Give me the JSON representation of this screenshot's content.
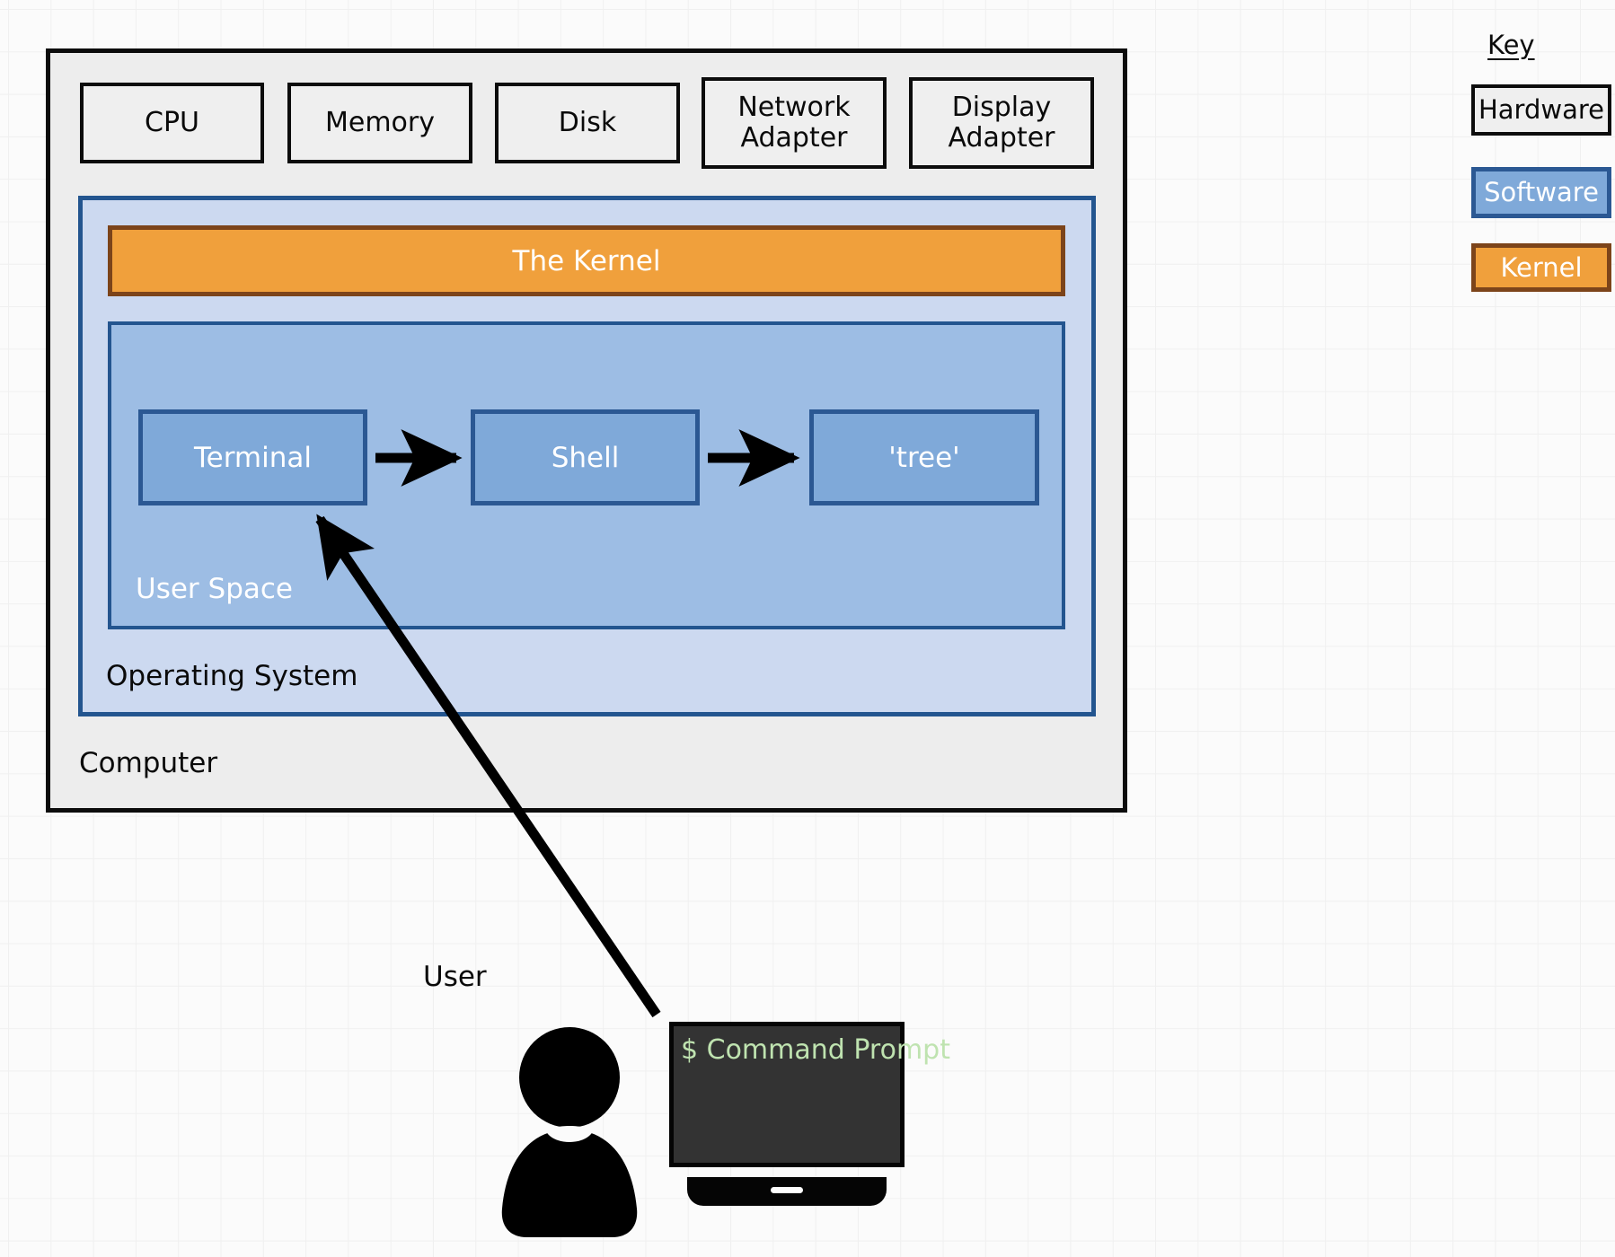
{
  "computer": {
    "label": "Computer",
    "hardware": [
      {
        "label": "CPU"
      },
      {
        "label": "Memory"
      },
      {
        "label": "Disk"
      },
      {
        "label": "Network\nAdapter",
        "line1": "Network",
        "line2": "Adapter"
      },
      {
        "label": "Display\nAdapter",
        "line1": "Display",
        "line2": "Adapter"
      }
    ],
    "operating_system": {
      "label": "Operating System",
      "kernel": {
        "label": "The Kernel"
      },
      "user_space": {
        "label": "User Space",
        "processes": [
          {
            "label": "Terminal"
          },
          {
            "label": "Shell"
          },
          {
            "label": "'tree'"
          }
        ],
        "flow": [
          {
            "from": "Terminal",
            "to": "Shell"
          },
          {
            "from": "Shell",
            "to": "'tree'"
          }
        ]
      }
    }
  },
  "key": {
    "title": "Key",
    "items": [
      {
        "label": "Hardware",
        "fill": "#efefef",
        "stroke": "#0c0c0c",
        "text": "#0a0a0a"
      },
      {
        "label": "Software",
        "fill": "#7fa9d9",
        "stroke": "#2b5893",
        "text": "#ffffff"
      },
      {
        "label": "Kernel",
        "fill": "#f0a03c",
        "stroke": "#7c441a",
        "text": "#ffffff"
      }
    ]
  },
  "actor": {
    "label": "User",
    "icon": "user-person-icon",
    "connects_to": "Terminal"
  },
  "monitor": {
    "icon": "monitor-icon",
    "screen_text": "$ Command Prompt",
    "screen_bg": "#333333",
    "screen_text_color": "#bfe3b0"
  }
}
